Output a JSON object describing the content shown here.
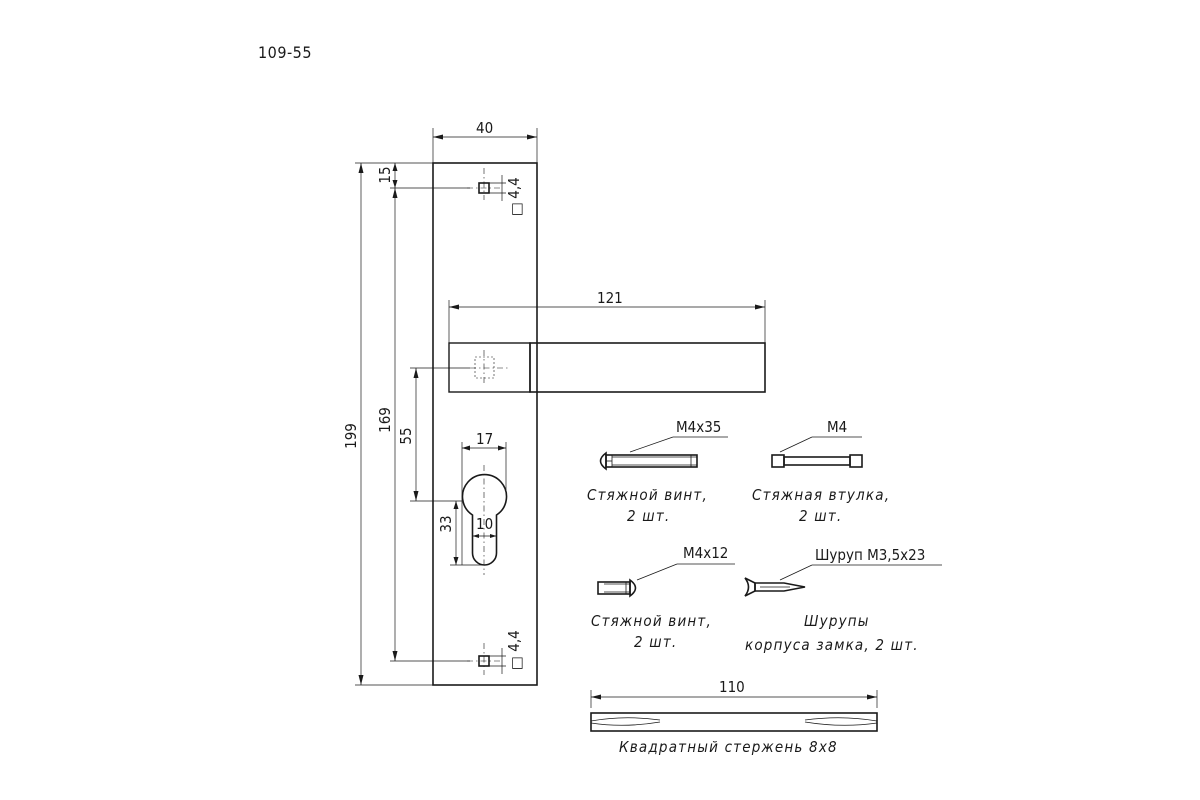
{
  "drawing_number": "109-55",
  "dimensions": {
    "plate_width": "40",
    "top_hole_offset": "15",
    "hole_size_top": "4,4",
    "overall_height": "199",
    "hole_spacing": "169",
    "handle_length": "121",
    "handle_to_cylinder": "55",
    "cylinder_width": "17",
    "cylinder_height": "33",
    "cylinder_slot": "10",
    "hole_size_bottom": "4,4",
    "rod_length": "110",
    "square_symbol": "□"
  },
  "parts": {
    "screw_long": {
      "spec": "M4x35",
      "caption_line1": "Стяжной винт,",
      "caption_line2": "2 шт."
    },
    "bushing": {
      "spec": "M4",
      "caption_line1": "Стяжная втулка,",
      "caption_line2": "2 шт."
    },
    "screw_short": {
      "spec": "M4x12",
      "caption_line1": "Стяжной винт,",
      "caption_line2": "2 шт."
    },
    "wood_screw": {
      "spec": "Шуруп М3,5х23",
      "caption_line1": "Шурупы",
      "caption_line2": "корпуса замка, 2 шт."
    },
    "rod": {
      "caption": "Квадратный стержень 8х8"
    }
  }
}
